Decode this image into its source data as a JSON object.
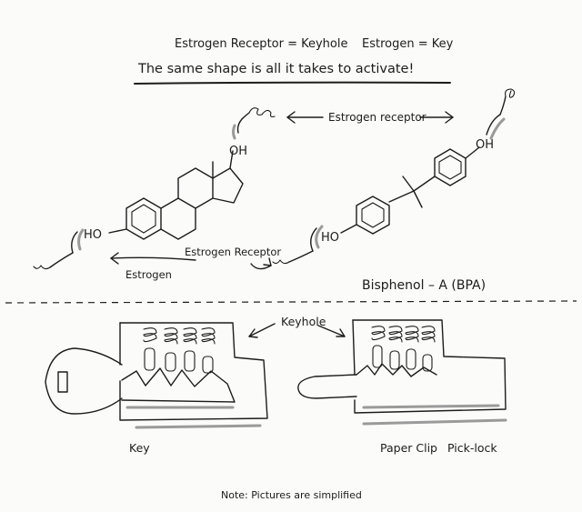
{
  "header": {
    "receptor_equation": "Estrogen Receptor = Keyhole",
    "estrogen_equation": "Estrogen = Key",
    "headline": "The same shape is all it takes to activate!"
  },
  "top_panel": {
    "receptor_label_top": "Estrogen receptor",
    "receptor_label_bottom": "Estrogen Receptor",
    "estrogen_label": "Estrogen",
    "bpa_label": "Bisphenol – A (BPA)",
    "oh_label": "OH",
    "ho_label": "HO"
  },
  "bottom_panel": {
    "keyhole_label": "Keyhole",
    "key_label": "Key",
    "paperclip_label": "Paper Clip",
    "picklock_label": "Pick-lock"
  },
  "footer": {
    "note": "Note: Pictures are simplified"
  }
}
